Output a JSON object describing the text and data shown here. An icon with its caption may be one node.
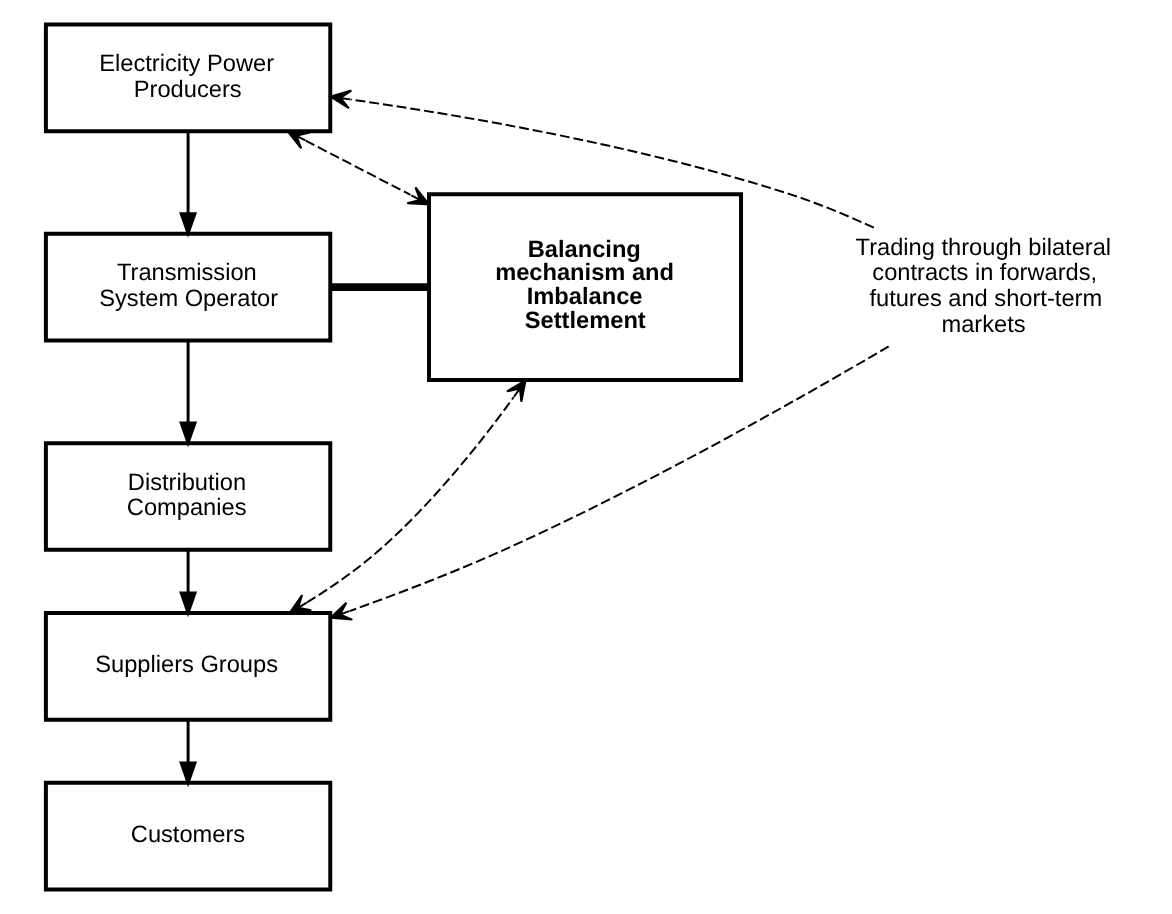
{
  "diagram": {
    "nodes": [
      {
        "text": [
          "Electricity Power Producers"
        ]
      },
      {
        "text": [
          "Transmission System Operator"
        ]
      },
      {
        "text": [
          "Balancing mechanism and Imbalance Settlement"
        ]
      },
      {
        "text": [
          "Trading through bilateral contracts in forwards, futures and short-term markets"
        ]
      },
      {
        "text": [
          "Distribution Companies"
        ]
      },
      {
        "text": [
          "Suppliers Groups"
        ]
      },
      {
        "text": [
          "Customers"
        ]
      }
    ],
    "edges": [
      {
        "from": 0,
        "to": 1,
        "arrow": "to"
      },
      {
        "from": 1,
        "to": 4,
        "arrow": "to"
      },
      {
        "from": 4,
        "to": 5,
        "arrow": "to"
      },
      {
        "from": 5,
        "to": 6,
        "arrow": "to"
      },
      {
        "from": 1,
        "to": 2,
        "arrow": "none",
        "style": "thick"
      },
      {
        "from": 0,
        "to": 2,
        "arrow": "both",
        "style": "dashed"
      },
      {
        "from": 5,
        "to": 2,
        "arrow": "both",
        "style": "dashed"
      },
      {
        "from": 3,
        "to": 0,
        "arrow": "to",
        "style": "dashed"
      },
      {
        "from": 3,
        "to": 5,
        "arrow": "to",
        "style": "dashed"
      }
    ]
  }
}
